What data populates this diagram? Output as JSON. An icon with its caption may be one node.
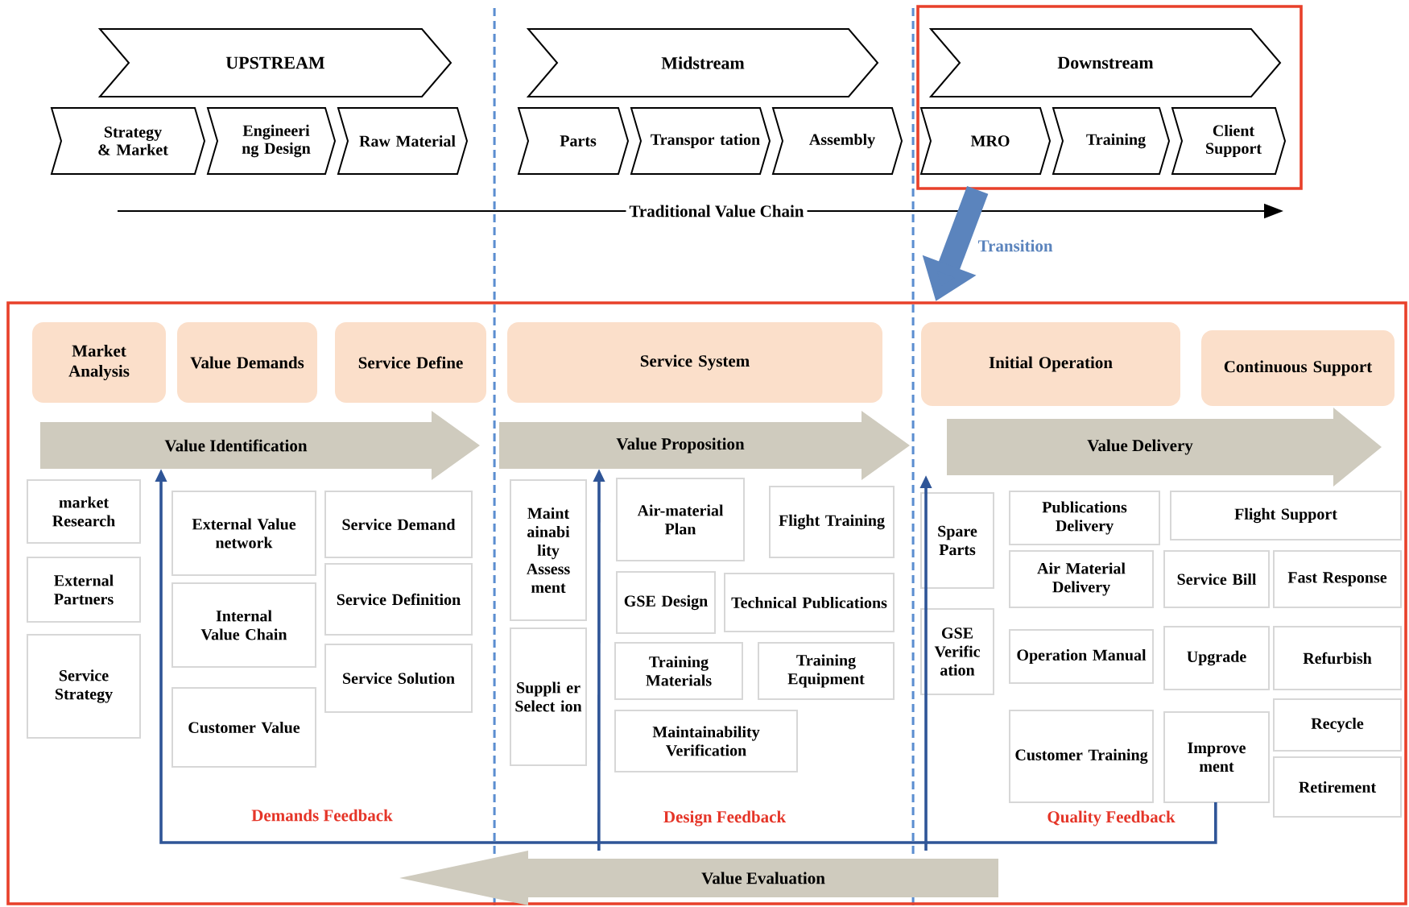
{
  "diagram": {
    "nodes": [
      {
        "text": [
          "UPSTREAM"
        ]
      },
      {
        "text": [
          "Midstream"
        ]
      },
      {
        "text": [],
        "shape": "box"
      },
      {
        "text": [
          "Downstream"
        ],
        "in": 2
      },
      {
        "text": [
          "Strategy & Market"
        ]
      },
      {
        "text": [
          "Engineeri ng Design"
        ]
      },
      {
        "text": [
          "Raw Material"
        ]
      },
      {
        "text": [
          "Parts"
        ]
      },
      {
        "text": [
          "Transpor tation"
        ]
      },
      {
        "text": [
          "Assembly"
        ]
      },
      {
        "text": [
          "MRO"
        ],
        "in": 2
      },
      {
        "text": [
          "Training"
        ],
        "in": 2
      },
      {
        "text": [
          "Client Support"
        ],
        "in": 2
      },
      {
        "text": [],
        "shape": "box"
      },
      {
        "text": [
          "Market Analysis"
        ],
        "in": 13
      },
      {
        "text": [
          "Value Demands"
        ],
        "in": 13
      },
      {
        "text": [
          "Service Define"
        ],
        "in": 13
      },
      {
        "text": [
          "Service System"
        ],
        "in": 13
      },
      {
        "text": [
          "Initial Operation"
        ],
        "in": 13
      },
      {
        "text": [
          "Continuous Support"
        ],
        "in": 13
      },
      {
        "text": [
          "Value Identification"
        ],
        "in": 13
      },
      {
        "text": [
          "Value Proposition"
        ],
        "in": 13
      },
      {
        "text": [
          "Value Delivery"
        ],
        "in": 13
      },
      {
        "text": [
          "market Research"
        ],
        "in": 13
      },
      {
        "text": [
          "External Partners"
        ],
        "in": 13
      },
      {
        "text": [
          "Service Strategy"
        ],
        "in": 13
      },
      {
        "text": [
          "External Value network"
        ],
        "in": 13
      },
      {
        "text": [
          "Internal Value Chain"
        ],
        "in": 13
      },
      {
        "text": [
          "Customer Value"
        ],
        "in": 13
      },
      {
        "text": [
          "Service Demand"
        ],
        "in": 13
      },
      {
        "text": [
          "Service Definition"
        ],
        "in": 13
      },
      {
        "text": [
          "Service Solution"
        ],
        "in": 13
      },
      {
        "text": [
          "Maint ainabi lity Assess ment"
        ],
        "in": 13
      },
      {
        "text": [
          "Suppli er Select ion"
        ],
        "in": 13
      },
      {
        "text": [
          "Air-material Plan"
        ],
        "in": 13
      },
      {
        "text": [
          "Flight Training"
        ],
        "in": 13
      },
      {
        "text": [
          "GSE Design"
        ],
        "in": 13
      },
      {
        "text": [
          "Technical Publications"
        ],
        "in": 13
      },
      {
        "text": [
          "Training Materials"
        ],
        "in": 13
      },
      {
        "text": [
          "Training Equipment"
        ],
        "in": 13
      },
      {
        "text": [
          "Maintainability Verification"
        ],
        "in": 13
      },
      {
        "text": [
          "Spare Parts"
        ],
        "in": 13
      },
      {
        "text": [
          "GSE Verific ation"
        ],
        "in": 13
      },
      {
        "text": [
          "Publications Delivery"
        ],
        "in": 13
      },
      {
        "text": [
          "Air Material Delivery"
        ],
        "in": 13
      },
      {
        "text": [
          "Operation Manual"
        ],
        "in": 13
      },
      {
        "text": [
          "Customer Training"
        ],
        "in": 13
      },
      {
        "text": [
          "Flight Support"
        ],
        "in": 13
      },
      {
        "text": [
          "Service Bill"
        ],
        "in": 13
      },
      {
        "text": [
          "Fast Response"
        ],
        "in": 13
      },
      {
        "text": [
          "Upgrade"
        ],
        "in": 13
      },
      {
        "text": [
          "Refurbish"
        ],
        "in": 13
      },
      {
        "text": [
          "Improve ment"
        ],
        "in": 13
      },
      {
        "text": [
          "Recycle"
        ],
        "in": 13
      },
      {
        "text": [
          "Retirement"
        ],
        "in": 13
      },
      {
        "text": [
          "Value Evaluation"
        ],
        "in": 13
      }
    ],
    "edges": [
      {
        "from": 2,
        "to": 13,
        "arrow": "to",
        "label": "Transition",
        "style": "thick",
        "color": "#5b84bd"
      },
      {
        "from": 52,
        "to": 20,
        "arrow": "to"
      },
      {
        "from": 55,
        "to": 21,
        "arrow": "to"
      },
      {
        "from": 55,
        "to": 22,
        "arrow": "to"
      }
    ],
    "labels": [
      "Traditional Value Chain",
      "Demands Feedback",
      "Design Feedback",
      "Quality Feedback"
    ]
  }
}
